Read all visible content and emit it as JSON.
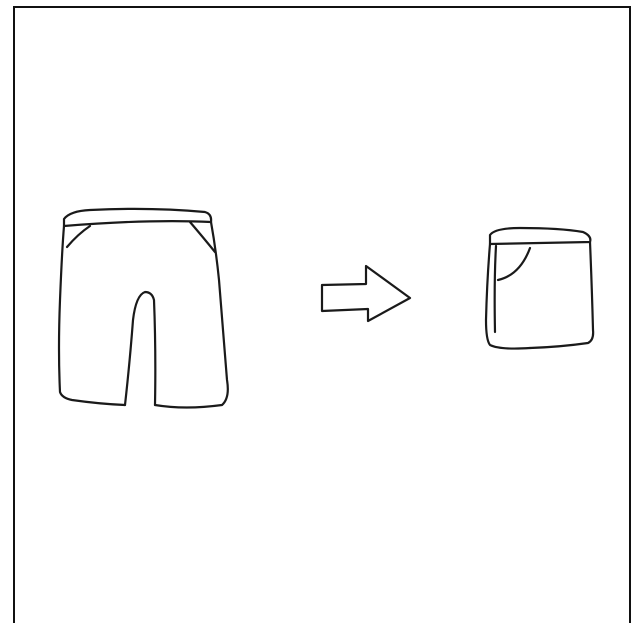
{
  "illustration": {
    "items": [
      {
        "name": "shorts-unfolded",
        "icon": "shorts-icon"
      },
      {
        "name": "arrow",
        "icon": "right-arrow-icon"
      },
      {
        "name": "shorts-folded",
        "icon": "folded-shorts-icon"
      }
    ],
    "colors": {
      "line": "#1a1a1a",
      "background": "#ffffff",
      "frame": "#111111"
    }
  }
}
